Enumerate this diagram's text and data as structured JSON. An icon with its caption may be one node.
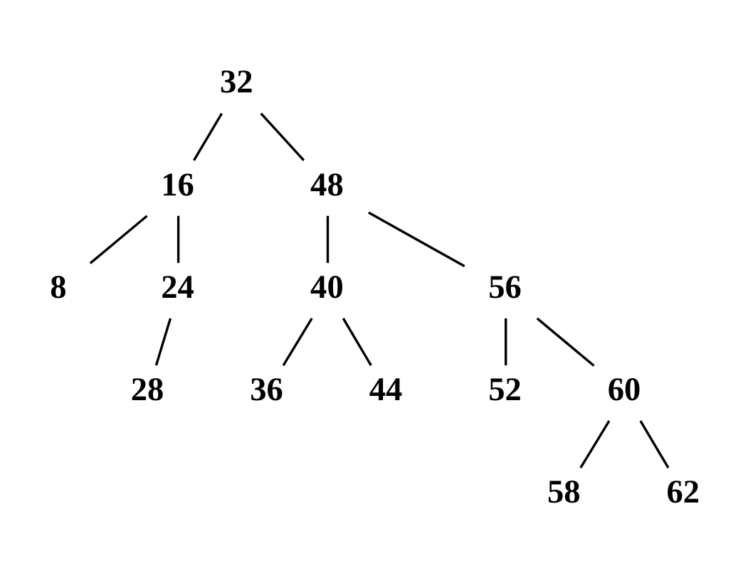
{
  "diagram": {
    "nodes": [
      {
        "text": [
          "32"
        ]
      },
      {
        "text": [
          "16"
        ]
      },
      {
        "text": [
          "48"
        ]
      },
      {
        "text": [
          "8"
        ]
      },
      {
        "text": [
          "24"
        ]
      },
      {
        "text": [
          "40"
        ]
      },
      {
        "text": [
          "56"
        ]
      },
      {
        "text": [
          "28"
        ]
      },
      {
        "text": [
          "36"
        ]
      },
      {
        "text": [
          "44"
        ]
      },
      {
        "text": [
          "52"
        ]
      },
      {
        "text": [
          "60"
        ]
      },
      {
        "text": [
          "58"
        ]
      },
      {
        "text": [
          "62"
        ]
      }
    ],
    "edges": [
      {
        "from": 0,
        "to": 1,
        "arrow": "none"
      },
      {
        "from": 0,
        "to": 2,
        "arrow": "none"
      },
      {
        "from": 1,
        "to": 3,
        "arrow": "none"
      },
      {
        "from": 1,
        "to": 4,
        "arrow": "none"
      },
      {
        "from": 2,
        "to": 5,
        "arrow": "none"
      },
      {
        "from": 2,
        "to": 6,
        "arrow": "none"
      },
      {
        "from": 4,
        "to": 7,
        "arrow": "none"
      },
      {
        "from": 5,
        "to": 8,
        "arrow": "none"
      },
      {
        "from": 5,
        "to": 9,
        "arrow": "none"
      },
      {
        "from": 6,
        "to": 10,
        "arrow": "none"
      },
      {
        "from": 6,
        "to": 11,
        "arrow": "none"
      },
      {
        "from": 11,
        "to": 12,
        "arrow": "none"
      },
      {
        "from": 11,
        "to": 13,
        "arrow": "none"
      }
    ]
  }
}
